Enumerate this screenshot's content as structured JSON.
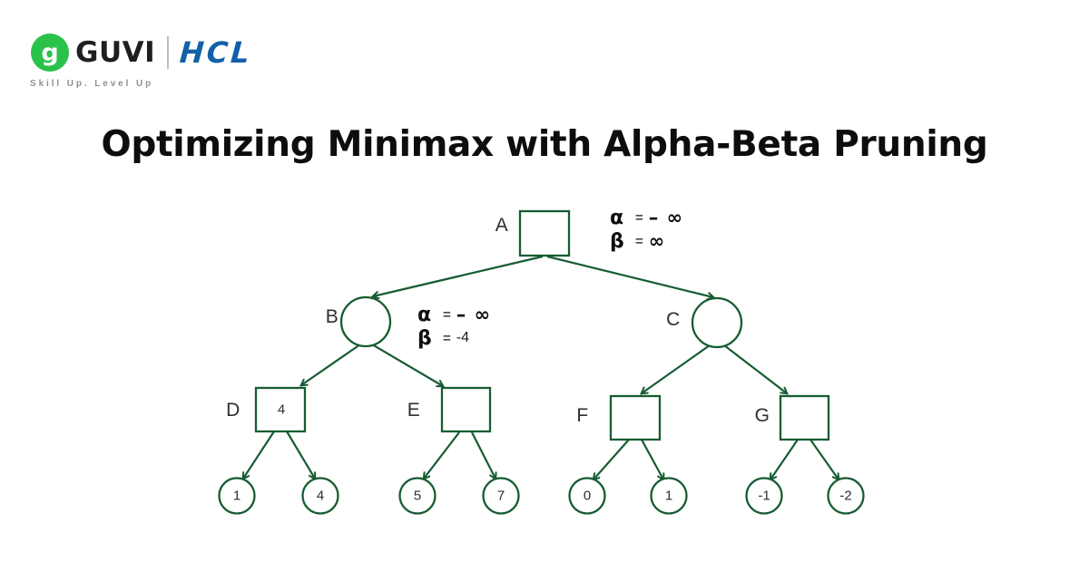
{
  "logo": {
    "icon_glyph": "g",
    "brand": "GUVI",
    "partner": "HCL",
    "tagline": "Skill Up. Level Up",
    "colors": {
      "icon_green": "#2bc24b",
      "hcl_blue": "#1261a8"
    }
  },
  "title": "Optimizing Minimax with Alpha-Beta Pruning",
  "tree": {
    "accent_color": "#175c32",
    "nodes": [
      {
        "id": "A",
        "label": "A",
        "shape": "square",
        "role": "max"
      },
      {
        "id": "B",
        "label": "B",
        "shape": "circle",
        "role": "min"
      },
      {
        "id": "C",
        "label": "C",
        "shape": "circle",
        "role": "min"
      },
      {
        "id": "D",
        "label": "D",
        "shape": "square",
        "role": "max",
        "value": "4"
      },
      {
        "id": "E",
        "label": "E",
        "shape": "square",
        "role": "max"
      },
      {
        "id": "F",
        "label": "F",
        "shape": "square",
        "role": "max"
      },
      {
        "id": "G",
        "label": "G",
        "shape": "square",
        "role": "max"
      }
    ],
    "leaves": [
      {
        "value": "1"
      },
      {
        "value": "4"
      },
      {
        "value": "5"
      },
      {
        "value": "7"
      },
      {
        "value": "0"
      },
      {
        "value": "1"
      },
      {
        "value": "-1"
      },
      {
        "value": "-2"
      }
    ],
    "annotations": {
      "root": {
        "alpha": {
          "sym": "α",
          "eq": "=",
          "val": "– ∞"
        },
        "beta": {
          "sym": "β",
          "eq": "=",
          "val": "∞"
        }
      },
      "node_b": {
        "alpha": {
          "sym": "α",
          "eq": "=",
          "val": "– ∞"
        },
        "beta": {
          "sym": "β",
          "eq": "=",
          "val": "-4"
        }
      }
    }
  }
}
